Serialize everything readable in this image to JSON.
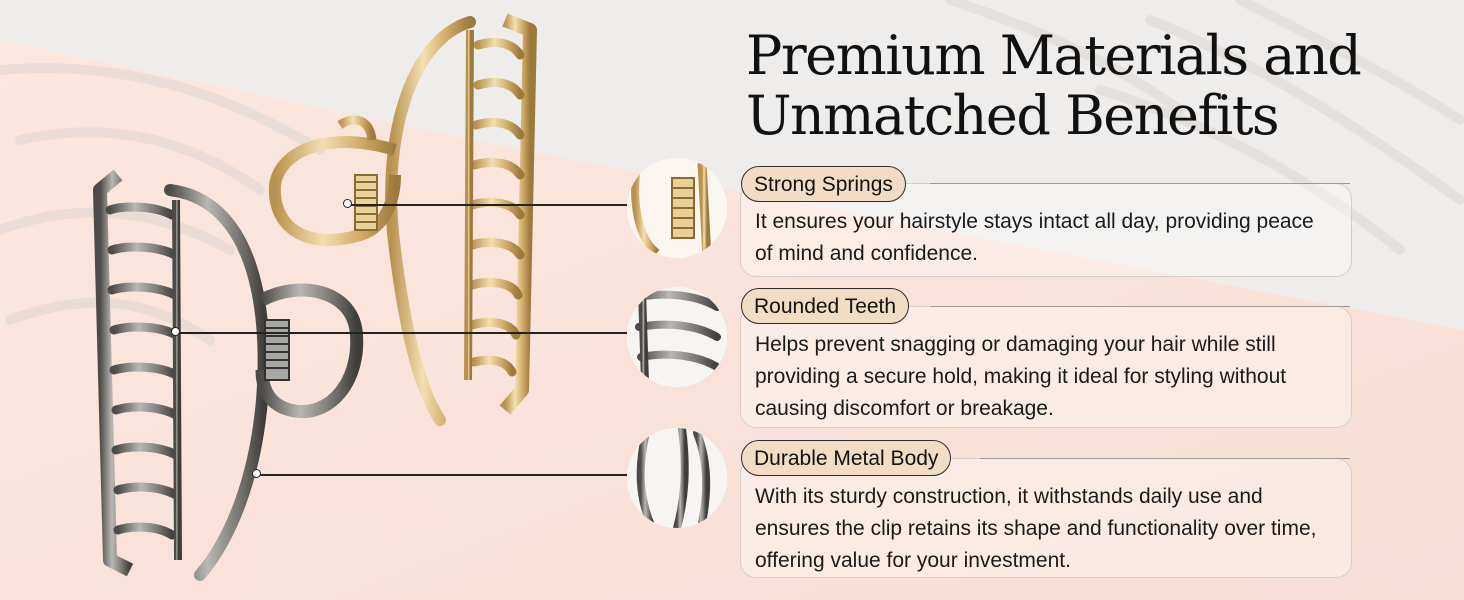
{
  "title": {
    "line1": "Premium Materials and",
    "line2": "Unmatched Benefits"
  },
  "features": [
    {
      "label": "Strong Springs",
      "description": "It ensures your hairstyle stays intact all day, providing peace of mind and confidence.",
      "zoom_icon": "spring-closeup-icon"
    },
    {
      "label": "Rounded Teeth",
      "description": "Helps prevent snagging or damaging your hair while still providing a secure hold, making it ideal for styling without causing discomfort or breakage.",
      "zoom_icon": "teeth-closeup-icon"
    },
    {
      "label": "Durable Metal Body",
      "description": "With its sturdy construction, it withstands daily use and ensures the clip retains its shape and functionality over time, offering value for your investment.",
      "zoom_icon": "metal-body-closeup-icon"
    }
  ],
  "colors": {
    "pill_fill": "#f2dcc3",
    "peach_background": "#f9e4dc",
    "gold_clip": "#d9b97c",
    "silver_clip": "#7a7875"
  }
}
